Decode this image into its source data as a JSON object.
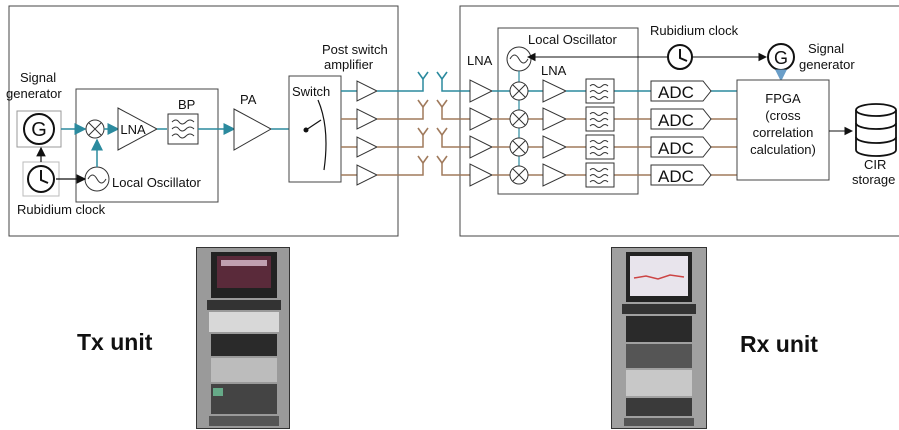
{
  "tx": {
    "signal_generator_label_1": "Signal",
    "signal_generator_label_2": "generator",
    "signal_generator_symbol": "G",
    "lna": "LNA",
    "bp": "BP",
    "local_oscillator": "Local Oscillator",
    "rubidium_clock": "Rubidium clock",
    "pa": "PA",
    "switch": "Switch",
    "post_switch_1": "Post switch",
    "post_switch_2": "amplifier",
    "unit_label": "Tx unit"
  },
  "rx": {
    "lna_1": "LNA",
    "lna_2": "LNA",
    "local_oscillator": "Local Oscillator",
    "rubidium_clock": "Rubidium clock",
    "signal_generator_label_1": "Signal",
    "signal_generator_label_2": "generator",
    "signal_generator_symbol": "G",
    "adc": [
      "ADC",
      "ADC",
      "ADC",
      "ADC"
    ],
    "fpga_lines": [
      "FPGA",
      "(cross",
      "correlation",
      "calculation)"
    ],
    "cir_1": "CIR",
    "cir_2": "storage",
    "unit_label": "Rx unit"
  },
  "colors": {
    "signal_teal": "#2b8a9e",
    "signal_brown": "#a07a5c",
    "tx_screen": "#5a2a3a",
    "rx_screen": "#e8e4ec"
  },
  "icons": [
    "clock-icon",
    "oscillator-icon",
    "mixer-icon",
    "filter-icon",
    "antenna-icon",
    "database-icon",
    "amplifier-icon"
  ]
}
